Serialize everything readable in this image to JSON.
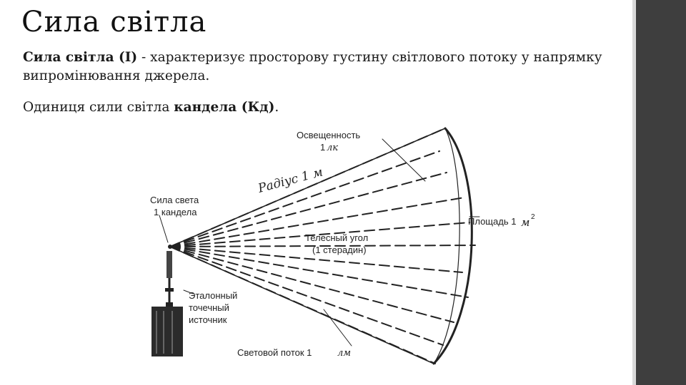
{
  "slide": {
    "title": "Сила світла",
    "paragraph1": {
      "term": "Сила світла (I)",
      "text": " - характеризує просторову густину світлового потоку у напрямку випромінювання джерела."
    },
    "paragraph2": {
      "prefix": "Одиниця сили світла ",
      "unit": "кандела (Кд)",
      "suffix": "."
    }
  },
  "figure": {
    "labels": {
      "illuminance_line1": "Освещенность",
      "illuminance_value": "1",
      "illuminance_unit": "лк",
      "radius": "Радіус 1 м",
      "intensity_line1": "Сила света",
      "intensity_line2": "1 кандела",
      "area_text": "Площадь 1",
      "area_unit": "м",
      "area_exp": "2",
      "solid_angle_line1": "Телесный угол",
      "solid_angle_line2": "(1 стерадин)",
      "source_line1": "Эталонный",
      "source_line2": "точечный",
      "source_line3": "источник",
      "flux_text": "Световой поток 1",
      "flux_unit": "лм"
    }
  },
  "colors": {
    "sidebar": "#3e3e3e",
    "text": "#1a1a1a",
    "drawing": "#222222"
  }
}
